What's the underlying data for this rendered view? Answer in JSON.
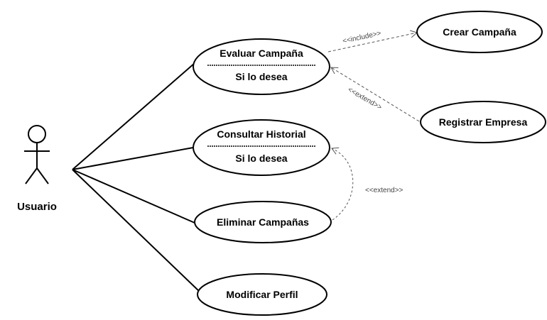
{
  "actor": {
    "name": "Usuario"
  },
  "use_cases": {
    "evaluar": {
      "title": "Evaluar Campaña",
      "condition": "Si lo desea"
    },
    "consultar": {
      "title": "Consultar Historial",
      "condition": "Si lo desea"
    },
    "eliminar": {
      "title": "Eliminar Campañas"
    },
    "modificar": {
      "title": "Modificar Perfil"
    },
    "crear": {
      "title": "Crear Campaña"
    },
    "registrar": {
      "title": "Registrar Empresa"
    }
  },
  "relations": {
    "include_label": "<<include>>",
    "extend_registrar_label": "<<extend>>",
    "extend_eliminar_label": "<<extend>>"
  },
  "colors": {
    "stroke": "#000000",
    "fill": "#ffffff",
    "dashed": "#555555"
  }
}
